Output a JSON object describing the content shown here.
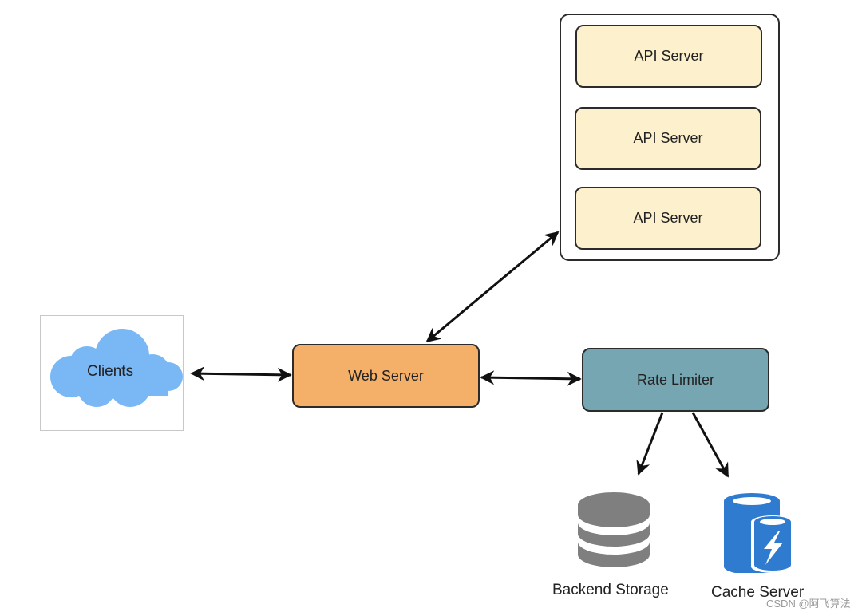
{
  "diagram": {
    "api_group": {
      "servers": [
        {
          "label": "API Server"
        },
        {
          "label": "API Server"
        },
        {
          "label": "API Server"
        }
      ]
    },
    "clients": {
      "label": "Clients",
      "icon": "cloud-icon",
      "color": "#7ab8f5"
    },
    "web_server": {
      "label": "Web Server",
      "color": "#f4b068"
    },
    "rate_limiter": {
      "label": "Rate Limiter",
      "color": "#75a6b2"
    },
    "backend_storage": {
      "label": "Backend Storage",
      "icon": "database-icon",
      "color": "#7f7f7f"
    },
    "cache_server": {
      "label": "Cache Server",
      "icon": "cache-database-icon",
      "color": "#2f7bd0"
    },
    "api_server_color": "#fdf0cc",
    "edges": [
      {
        "from": "clients",
        "to": "web_server",
        "direction": "both"
      },
      {
        "from": "web_server",
        "to": "api_group",
        "direction": "both"
      },
      {
        "from": "web_server",
        "to": "rate_limiter",
        "direction": "both"
      },
      {
        "from": "rate_limiter",
        "to": "backend_storage",
        "direction": "forward"
      },
      {
        "from": "rate_limiter",
        "to": "cache_server",
        "direction": "forward"
      }
    ]
  },
  "watermark": "CSDN @阿飞算法"
}
